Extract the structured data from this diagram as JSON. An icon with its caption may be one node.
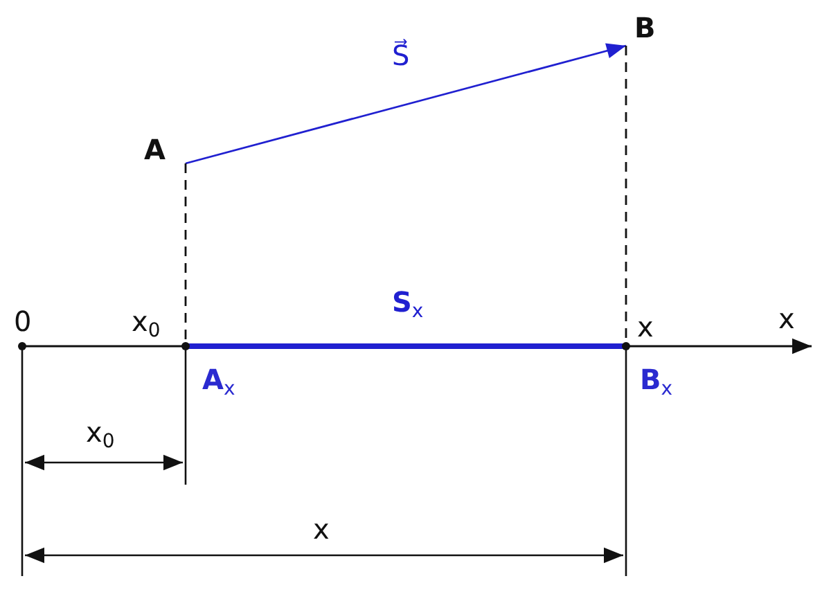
{
  "diagram": {
    "nodes": [
      {
        "text": [
          "A"
        ]
      },
      {
        "text": [
          "B"
        ]
      },
      {
        "text": [
          "**A**$_{x}$"
        ]
      },
      {
        "text": [
          "**B**$_{x}$"
        ]
      },
      {
        "text": [
          "0"
        ]
      },
      {
        "text": [
          "x$_{0}$"
        ]
      },
      {
        "text": [
          "x"
        ]
      }
    ],
    "edges": [
      {
        "from": 0,
        "to": 1,
        "arrow": "to",
        "label": "S⃗",
        "color": "#2020d0"
      },
      {
        "from": 0,
        "to": 2,
        "arrow": "none",
        "style": "dashed",
        "color": "#111111"
      },
      {
        "from": 1,
        "to": 3,
        "arrow": "none",
        "style": "dashed",
        "color": "#111111"
      },
      {
        "from": 2,
        "to": 3,
        "arrow": "none",
        "style": "thick",
        "color": "#2020d0",
        "label": "**S**$_{x}$"
      }
    ],
    "labels": [
      "x",
      "x$_{0}$",
      "x"
    ]
  }
}
